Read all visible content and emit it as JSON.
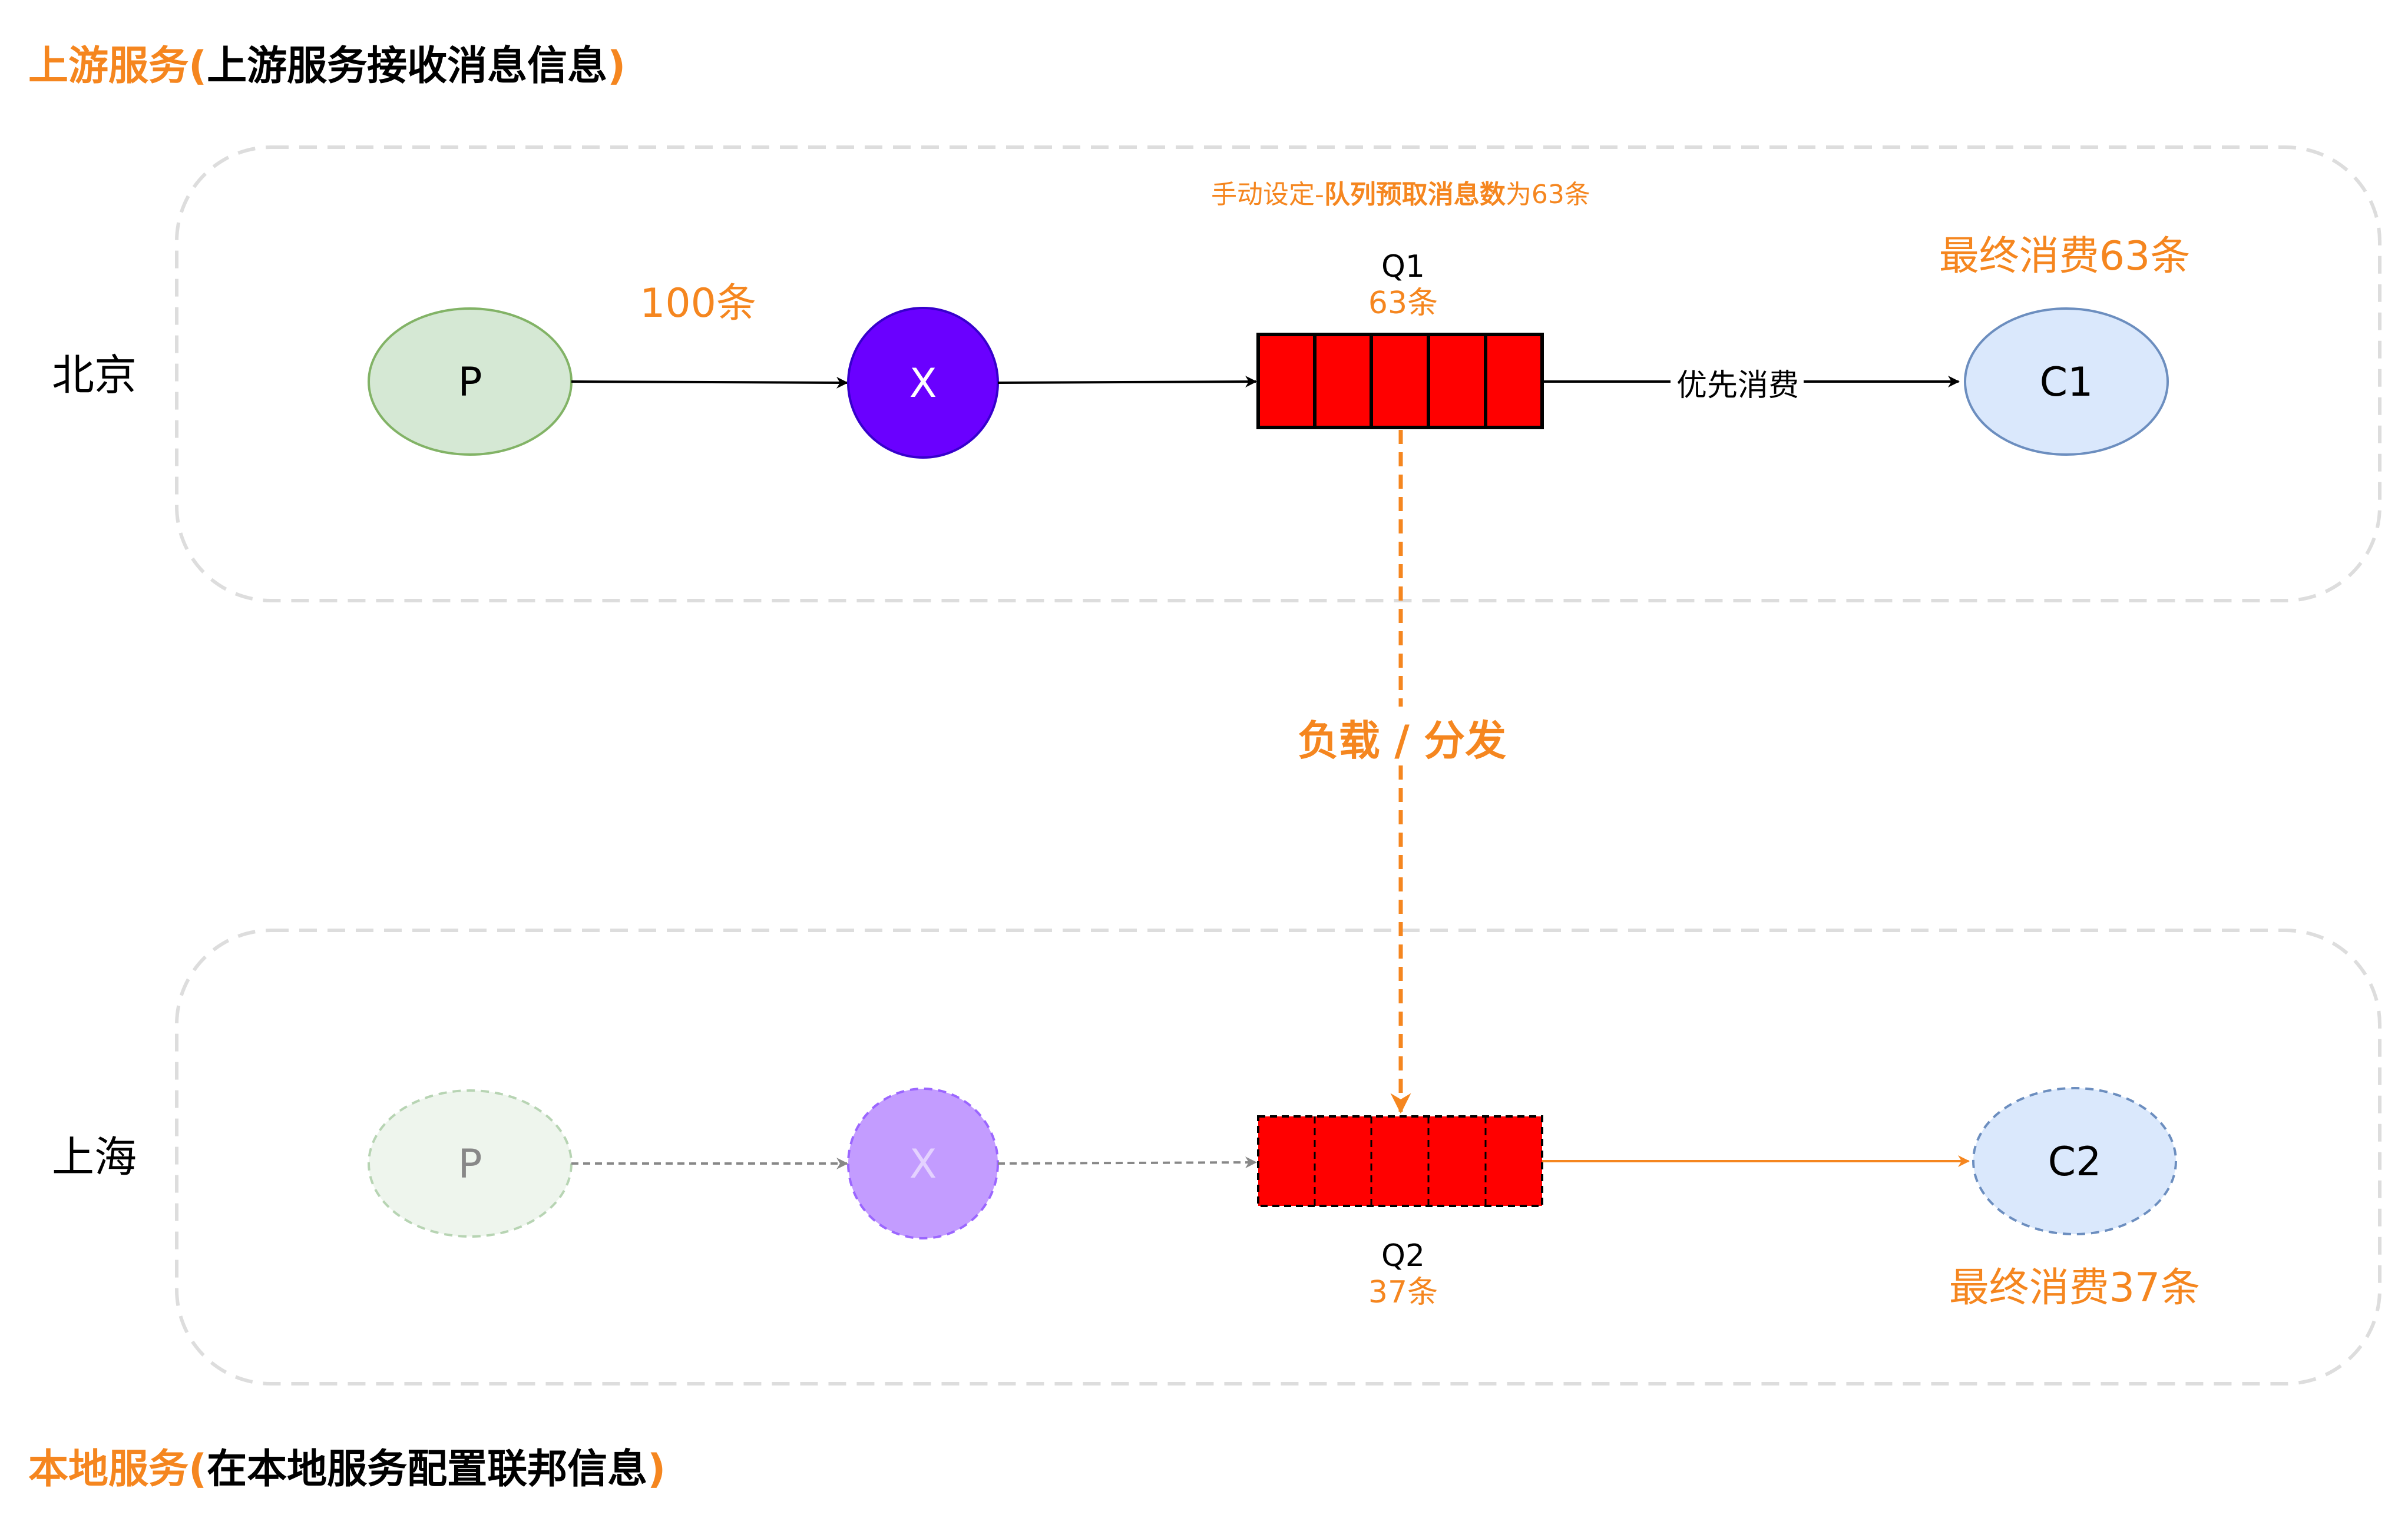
{
  "colors": {
    "orange": "#f5861f",
    "black": "#000000",
    "region_border": "#dddddd",
    "queue_red": "#ff0000",
    "producer_fill": "#d5e8d4",
    "producer_stroke": "#82b366",
    "exchange_fill": "#6a00ff",
    "consumer_fill": "#dae8fc",
    "consumer_stroke": "#6c8ebf",
    "faded_arrow": "#888888"
  },
  "upstream_title": {
    "highlight": "上游服务(",
    "detail": "上游服务接收消息信息",
    "close": ")"
  },
  "local_title": {
    "highlight": "本地服务(",
    "detail": "在本地服务配置联邦信息",
    "close": ")"
  },
  "beijing": {
    "region_label": "北京",
    "producer": "P",
    "exchange": "X",
    "count_label": "100条",
    "queue": {
      "name": "Q1",
      "count": "63条"
    },
    "prefetch_note": {
      "prefix": "手动设定-",
      "emphasis": "队列预取消息数",
      "suffix": "为63条"
    },
    "edge_label": "优先消费",
    "consumer": "C1",
    "consumed": "最终消费63条"
  },
  "transfer_label": "负载 / 分发",
  "shanghai": {
    "region_label": "上海",
    "producer": "P",
    "exchange": "X",
    "queue": {
      "name": "Q2",
      "count": "37条"
    },
    "consumer": "C2",
    "consumed": "最终消费37条"
  }
}
